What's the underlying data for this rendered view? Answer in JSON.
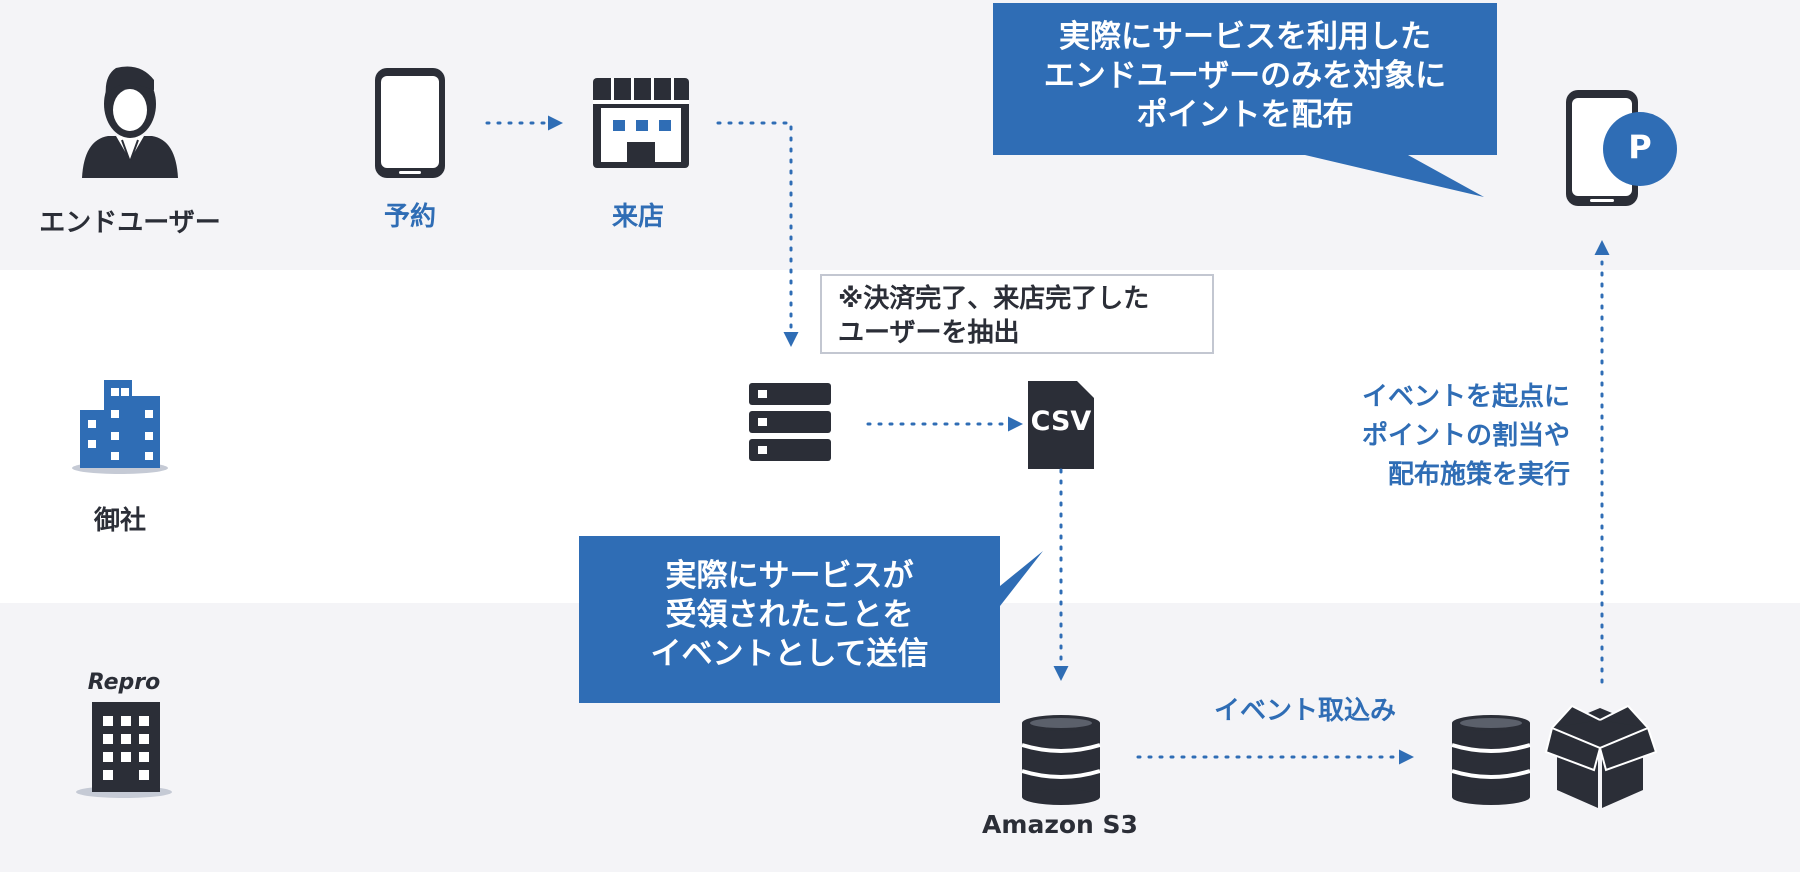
{
  "lanes": {
    "end_user": "エンドユーザー",
    "company": "御社",
    "repro": "Repro"
  },
  "steps": {
    "reservation": "予約",
    "visit": "来店"
  },
  "note": "※決済完了、来店完了した\nユーザーを抽出",
  "csv_label": "CSV",
  "storage_label": "Amazon S3",
  "import_label": "イベント取込み",
  "point_label": "P",
  "trigger_text": "イベントを起点に\nポイントの割当や\n配布施策を実行",
  "callouts": {
    "top": "実際にサービスを利用した\nエンドユーザーのみを対象に\nポイントを配布",
    "middle": "実際にサービスが\n受領されたことを\nイベントとして送信"
  },
  "colors": {
    "lane_bg": "#f4f4f7",
    "icon_dark": "#2b2e37",
    "accent_blue": "#2f6db5",
    "shadow": "#c5cad5",
    "note_border": "#c3c7d1"
  }
}
